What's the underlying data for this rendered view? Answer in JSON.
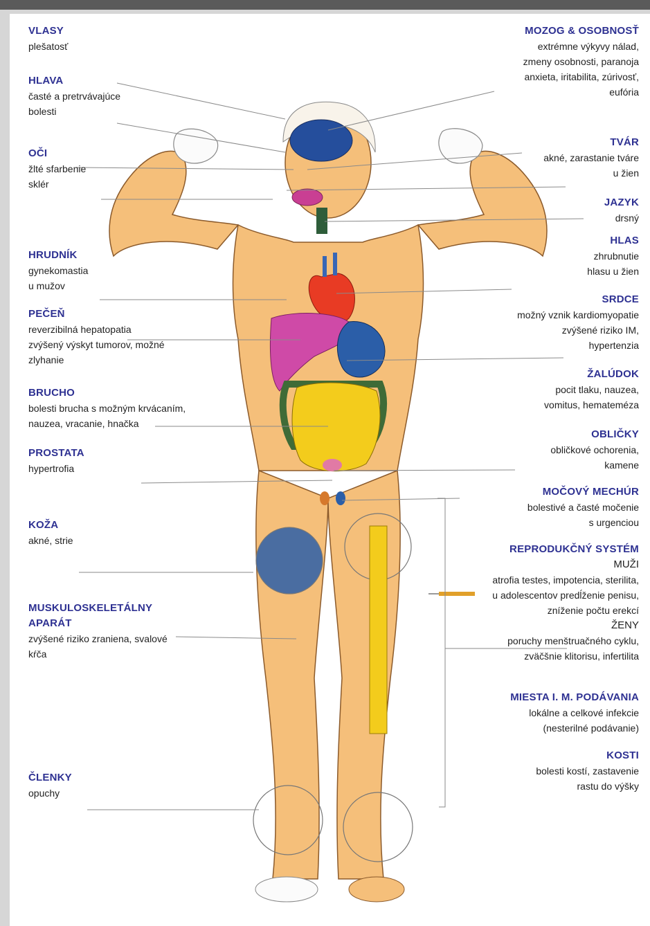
{
  "header_bar_color": "#5a5a5a",
  "heading_color": "#2e3192",
  "left_labels": [
    {
      "key": "vlasy",
      "heading": "VLASY",
      "lines": [
        "plešatosť"
      ]
    },
    {
      "key": "hlava",
      "heading": "HLAVA",
      "lines": [
        "časté a pretrvávajúce",
        "bolesti"
      ]
    },
    {
      "key": "oci",
      "heading": "OČI",
      "lines": [
        "žlté sfarbenie",
        "sklér"
      ]
    },
    {
      "key": "hrudnik",
      "heading": "HRUDNÍK",
      "lines": [
        "gynekomastia",
        "u mužov"
      ]
    },
    {
      "key": "pecen",
      "heading": "PEČEŇ",
      "lines": [
        "reverzibilná hepatopatia",
        "zvýšený výskyt tumorov, možné",
        "zlyhanie"
      ]
    },
    {
      "key": "brucho",
      "heading": "BRUCHO",
      "lines": [
        "bolesti brucha s možným krvácaním,",
        "nauzea, vracanie, hnačka"
      ]
    },
    {
      "key": "prostata",
      "heading": "PROSTATA",
      "lines": [
        "hypertrofia"
      ]
    },
    {
      "key": "koza",
      "heading": "KOŽA",
      "lines": [
        "akné, strie"
      ]
    },
    {
      "key": "muskulo",
      "heading": "MUSKULOSKELETÁLNY",
      "heading2": "APARÁT",
      "lines": [
        "zvýšené riziko zraniena, svalové",
        "kŕča"
      ]
    },
    {
      "key": "clenky",
      "heading": "ČLENKY",
      "lines": [
        "opuchy"
      ]
    }
  ],
  "right_labels": [
    {
      "key": "mozog",
      "heading": "MOZOG & OSOBNOSŤ",
      "lines": [
        "extrémne výkyvy nálad,",
        "zmeny osobnosti, paranoja",
        "anxieta, iritabilita, zúrivosť,",
        "eufória"
      ]
    },
    {
      "key": "tvar",
      "heading": "TVÁR",
      "lines": [
        "akné, zarastanie tváre",
        "u žien"
      ]
    },
    {
      "key": "jazyk",
      "heading": "JAZYK",
      "lines": [
        "drsný"
      ]
    },
    {
      "key": "hlas",
      "heading": "HLAS",
      "lines": [
        "zhrubnutie",
        "hlasu u žien"
      ]
    },
    {
      "key": "srdce",
      "heading": "SRDCE",
      "lines": [
        "možný vznik kardiomyopatie",
        "zvýšené riziko IM,",
        "hypertenzia"
      ]
    },
    {
      "key": "zaludok",
      "heading": "ŽALÚDOK",
      "lines": [
        "pocit tlaku, nauzea,",
        "vomitus, hematеméza"
      ]
    },
    {
      "key": "oblicky",
      "heading": "OBLIČKY",
      "lines": [
        "obličkové ochorenia,",
        "kamene"
      ]
    },
    {
      "key": "mechur",
      "heading": "MOČOVÝ MECHÚR",
      "lines": [
        "bolestivé a časté močenie",
        "s urgenciou"
      ]
    },
    {
      "key": "repro",
      "heading": "REPRODUKČNÝ SYSTÉM",
      "sub1": "MUŽI",
      "lines": [
        "atrofia testes, impotencia, sterilita,",
        "u adolescentov predĺženie penisu,",
        "zníženie počtu erekcí"
      ],
      "sub2": "ŽENY",
      "lines2": [
        "poruchy menštruačného cyklu,",
        "zväčšnie klitorisu, infertilita"
      ]
    },
    {
      "key": "miesta",
      "heading": "MIESTA I. M. PODÁVANIA",
      "lines": [
        "lokálne a celkové infekcie",
        "(nesterilné podávanie)"
      ]
    },
    {
      "key": "kosti",
      "heading": "KOSTI",
      "lines": [
        "bolesti kostí, zastavenie",
        "rastu do výšky"
      ]
    }
  ]
}
